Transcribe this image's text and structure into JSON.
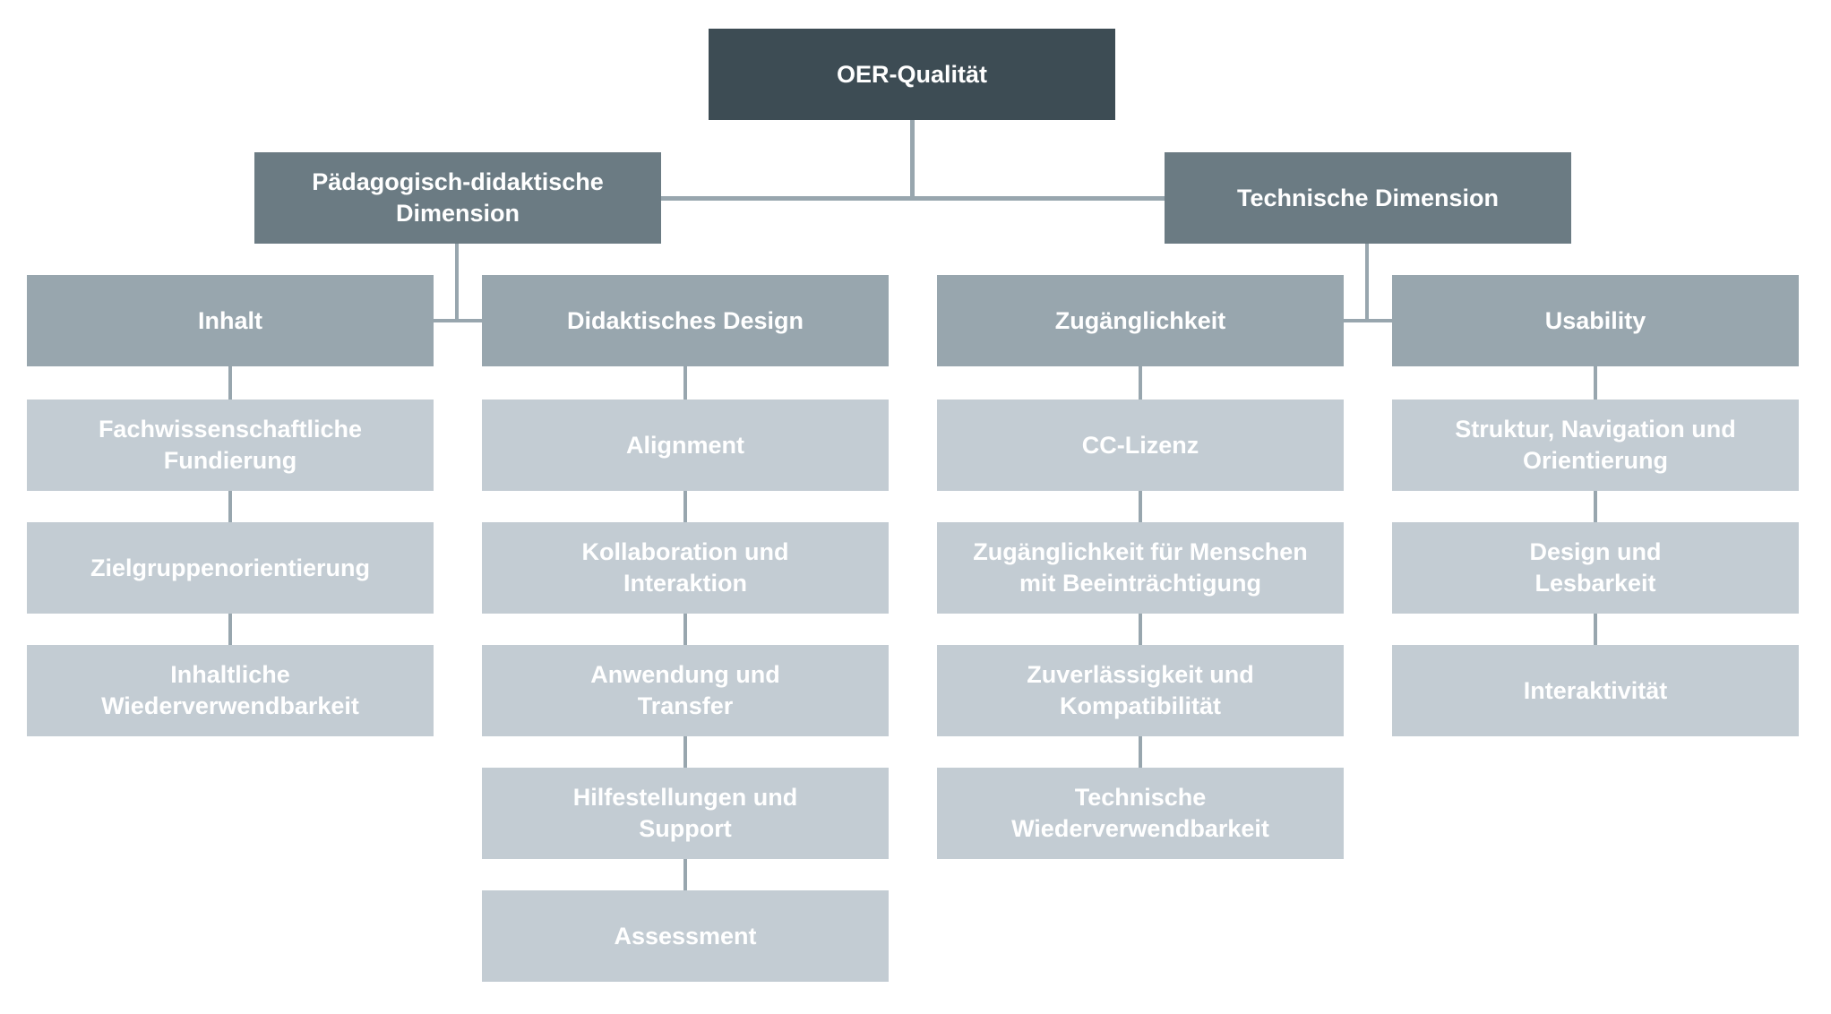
{
  "diagram_title": "OER-Qualität",
  "colors": {
    "level1_bg": "#3d4c54",
    "level2_bg": "#6b7b83",
    "level3_bg": "#98a6ae",
    "item_bg": "#c3ccd3",
    "connector": "#98a6ae",
    "text": "#ffffff",
    "page_bg": "#ffffff"
  },
  "root": {
    "label": "OER-Qualität"
  },
  "branches": [
    {
      "label": "Pädagogisch-didaktische\nDimension",
      "children": [
        "Inhalt",
        "Didaktisches Design"
      ]
    },
    {
      "label": "Technische Dimension",
      "children": [
        "Zugänglichkeit",
        "Usability"
      ]
    }
  ],
  "columns": [
    {
      "header": "Inhalt",
      "items": [
        "Fachwissenschaftliche\nFundierung",
        "Zielgruppenorientierung",
        "Inhaltliche\nWiederverwendbarkeit"
      ]
    },
    {
      "header": "Didaktisches Design",
      "items": [
        "Alignment",
        "Kollaboration und\nInteraktion",
        "Anwendung und\nTransfer",
        "Hilfestellungen und\nSupport",
        "Assessment"
      ]
    },
    {
      "header": "Zugänglichkeit",
      "items": [
        "CC-Lizenz",
        "Zugänglichkeit für Menschen\nmit Beeinträchtigung",
        "Zuverlässigkeit und\nKompatibilität",
        "Technische\nWiederverwendbarkeit"
      ]
    },
    {
      "header": "Usability",
      "items": [
        "Struktur, Navigation und\nOrientierung",
        "Design und\nLesbarkeit",
        "Interaktivität"
      ]
    }
  ]
}
